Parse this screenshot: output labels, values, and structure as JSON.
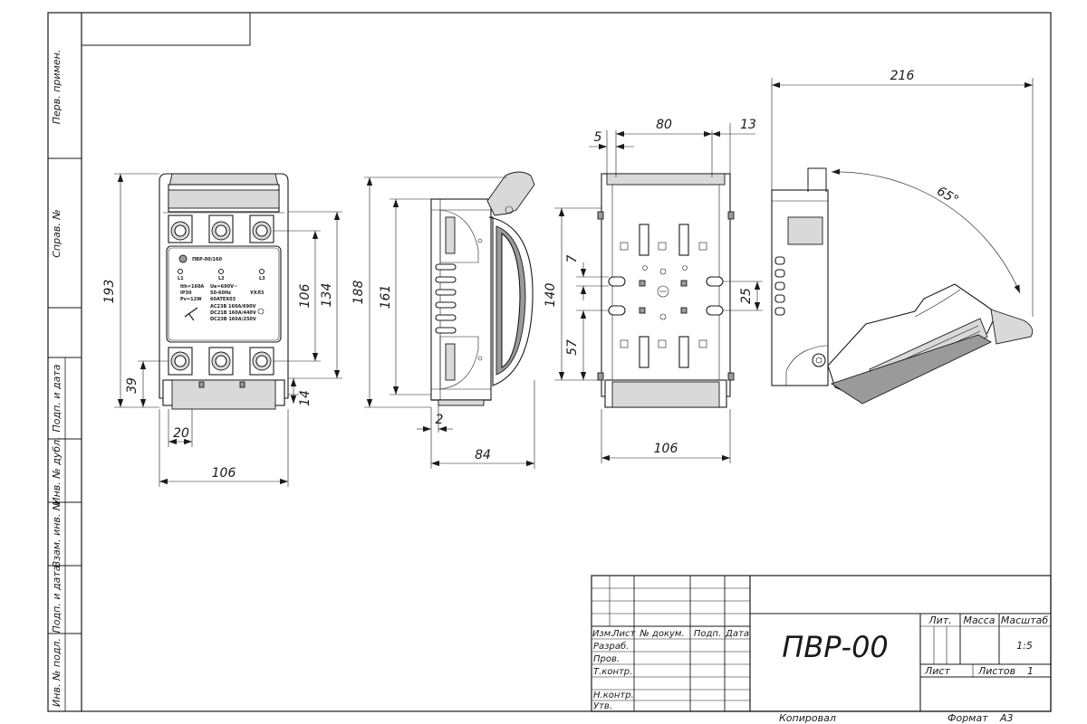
{
  "drawing": {
    "title": "ПВР-00",
    "side_labels": [
      "Перв. примен.",
      "Справ. №",
      "Подп. и дата",
      "Инв. № дубл.",
      "Взам. инв. №",
      "Подп. и дата",
      "Инв. № подл."
    ],
    "tb_header": {
      "izm": "Изм.",
      "list": "Лист",
      "dokum": "№ докум.",
      "podp": "Подп.",
      "data": "Дата"
    },
    "tb_roles": [
      "Разраб.",
      "Пров.",
      "Т.контр.",
      "Н.контр.",
      "Утв."
    ],
    "lit_label": "Лит.",
    "massa_label": "Масса",
    "masshtab_label": "Масштаб",
    "scale": "1:5",
    "list_label": "Лист",
    "listov_label": "Листов",
    "listov_value": "1",
    "kopiroval": "Копировал",
    "format_label": "Формат",
    "format_value": "А3",
    "plate": {
      "model": "ПВР-00/160",
      "phases": [
        "L1",
        "L2",
        "L3"
      ],
      "specs_left": [
        "Ith=160A",
        "IP30",
        "Pv=12W"
      ],
      "specs_mid": [
        "Ue=690V~",
        "50-60Hz",
        "60ATEX03"
      ],
      "spec_right": "УХЛ3",
      "specs_bottom": [
        "AC23B 160A/690V",
        "DC21B 160A/440V",
        "DC23B 160A/250V"
      ]
    }
  },
  "dimensions": {
    "front_height": "193",
    "front_lower": "39",
    "front_pitch": "20",
    "front_width": "106",
    "front_106": "106",
    "front_134": "134",
    "front_14": "14",
    "side_188": "188",
    "side_161": "161",
    "side_2": "2",
    "side_84": "84",
    "rear_5": "5",
    "rear_80": "80",
    "rear_13": "13",
    "rear_7": "7",
    "rear_140": "140",
    "rear_25": "25",
    "rear_57": "57",
    "rear_106": "106",
    "open_216": "216",
    "open_angle": "65°"
  }
}
